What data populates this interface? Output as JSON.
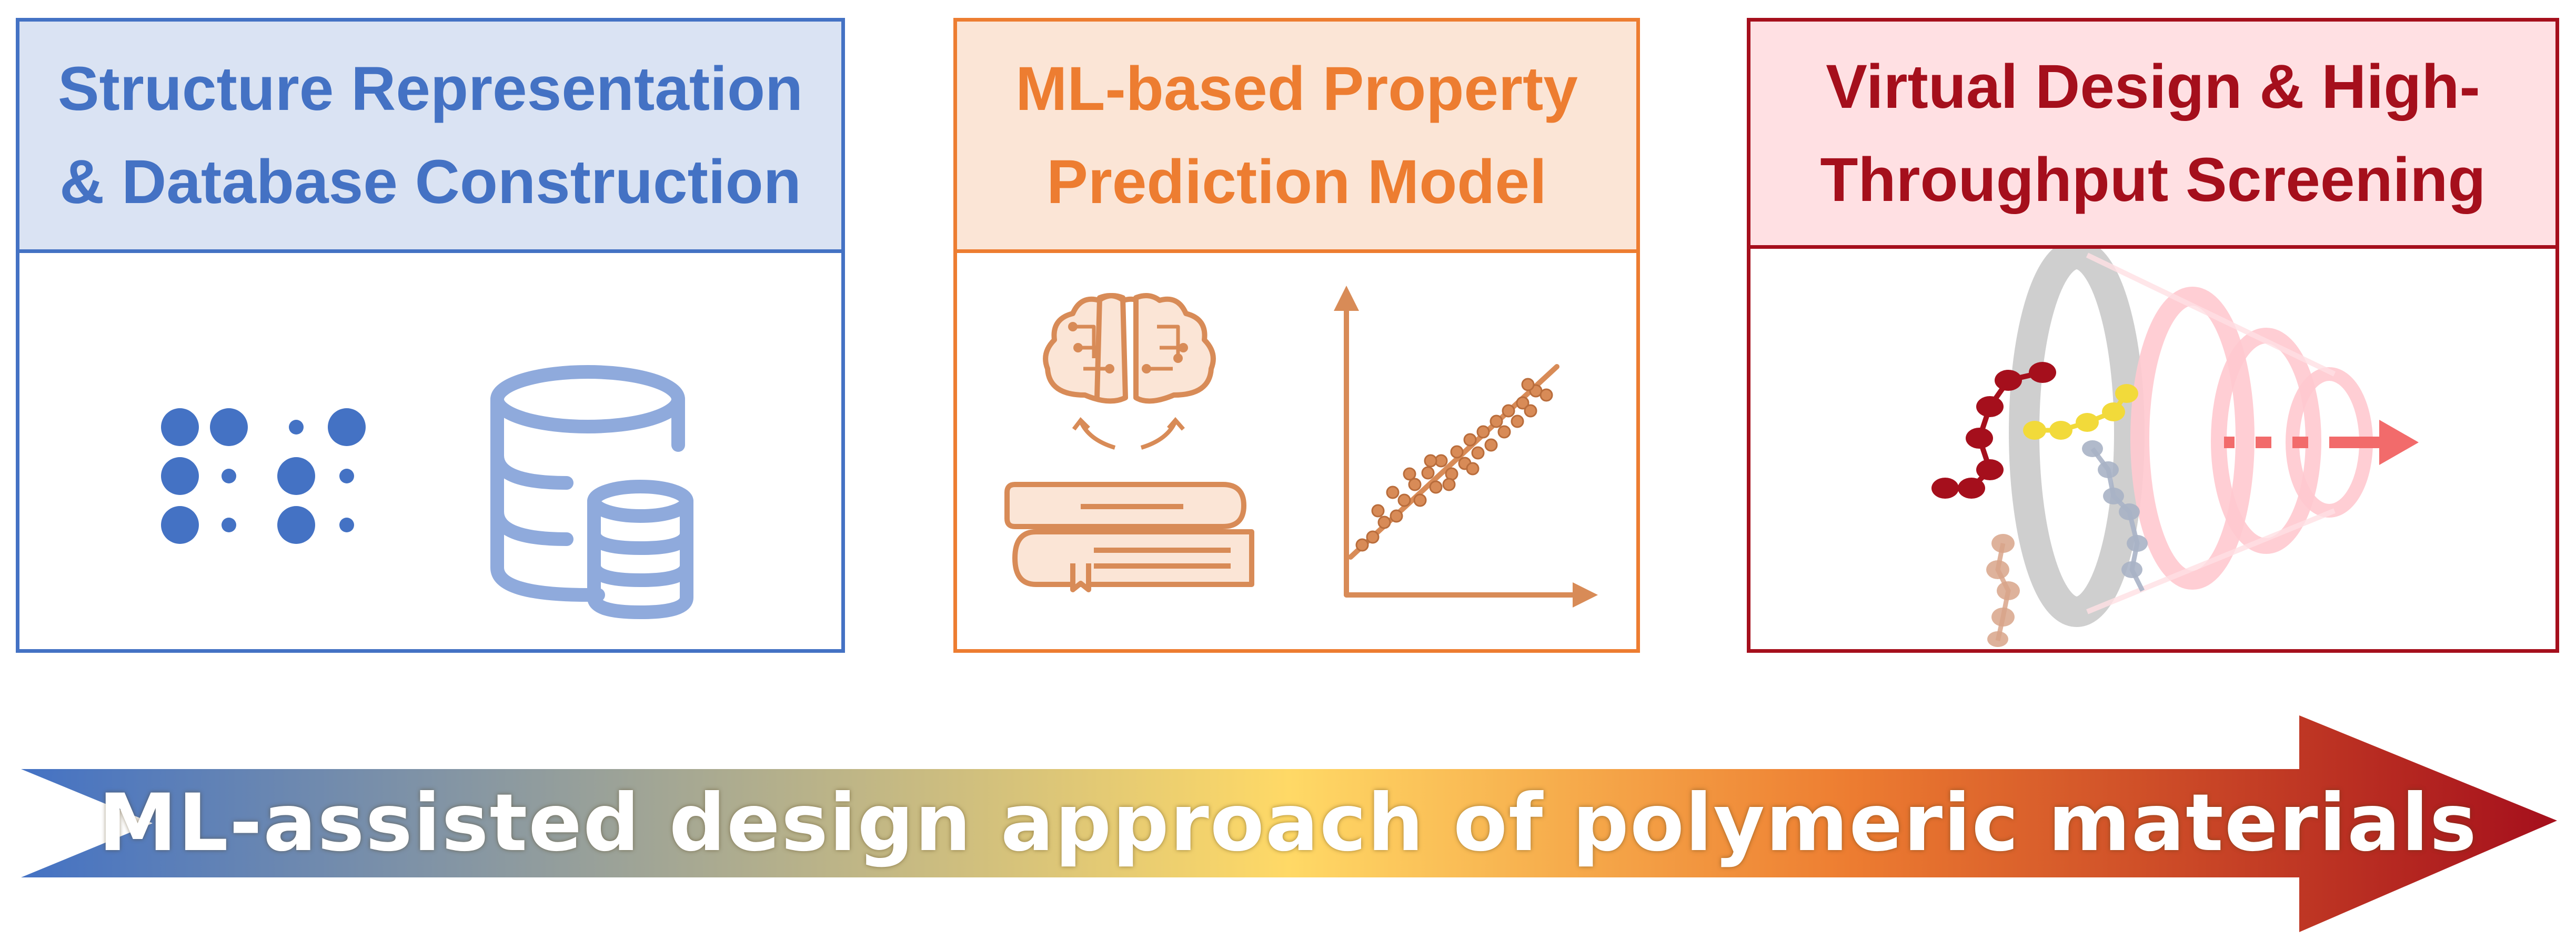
{
  "panels": [
    {
      "title_line1": "Structure Representation",
      "title_line2": "& Database Construction",
      "color": "#4472c4",
      "fill": "#dae3f3"
    },
    {
      "title_line1": "ML-based Property",
      "title_line2": "Prediction Model",
      "color": "#ed7d31",
      "fill": "#fbe5d6"
    },
    {
      "title_line1": "Virtual Design & High-",
      "title_line2": "Throughput Screening",
      "color": "#a50f1c",
      "fill": "#ffe0e3"
    }
  ],
  "arrow": {
    "label": "ML-assisted design approach of polymeric materials",
    "gradient": [
      "#4472c4",
      "#ffd966",
      "#ed7d31",
      "#a50f1c"
    ]
  },
  "icons": [
    "braille-dots-icon",
    "database-icon",
    "brain-icon",
    "books-icon",
    "scatter-plot-icon",
    "molecule-chain-icon",
    "screening-funnel-icon"
  ]
}
